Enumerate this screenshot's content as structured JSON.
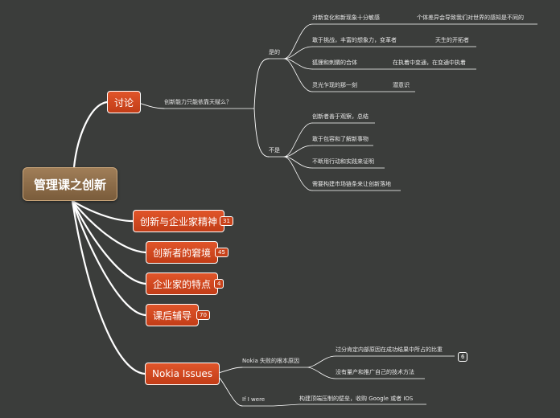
{
  "root": "管理课之创新",
  "main_topics": [
    {
      "label": "讨论"
    },
    {
      "label": "创新与企业家精神",
      "count": "31"
    },
    {
      "label": "创新者的窘境",
      "count": "45"
    },
    {
      "label": "企业家的特点",
      "count": "4"
    },
    {
      "label": "课后辅导",
      "count": "70"
    },
    {
      "label": "Nokia Issues"
    }
  ],
  "discuss": {
    "question": "创新能力只能依靠天赋么？",
    "yes": {
      "label": "是的",
      "items": [
        {
          "text": "对新变化和新现象十分敏感",
          "child": "个体差异会导致我们对世界的感知是不同的"
        },
        {
          "text": "敢于挑战，丰富的想象力，变革者",
          "child": "天生的开拓者"
        },
        {
          "text": "狐狸和刺猬的合体",
          "child": "在执着中变通，在变通中执着"
        },
        {
          "text": "灵光乍现的那一刻",
          "child": "潜意识"
        }
      ]
    },
    "no": {
      "label": "不是",
      "items": [
        {
          "text": "创新者善于观察，总结"
        },
        {
          "text": "敢于包容和了解新事物"
        },
        {
          "text": "不断用行动和实践来证明"
        },
        {
          "text": "需要构建市场链条来让创新落地"
        }
      ]
    }
  },
  "nokia": {
    "reason": {
      "label": "Nokia 失败的根本原因",
      "items": [
        "过分肯定内部原因在成功结果中所占的比重",
        "没有量产和推广自己的技术方法"
      ],
      "count": "6"
    },
    "ifi": {
      "label": "If I were",
      "item": "构建顶端压制的壁垒，收购 Google 或者 IOS"
    }
  }
}
